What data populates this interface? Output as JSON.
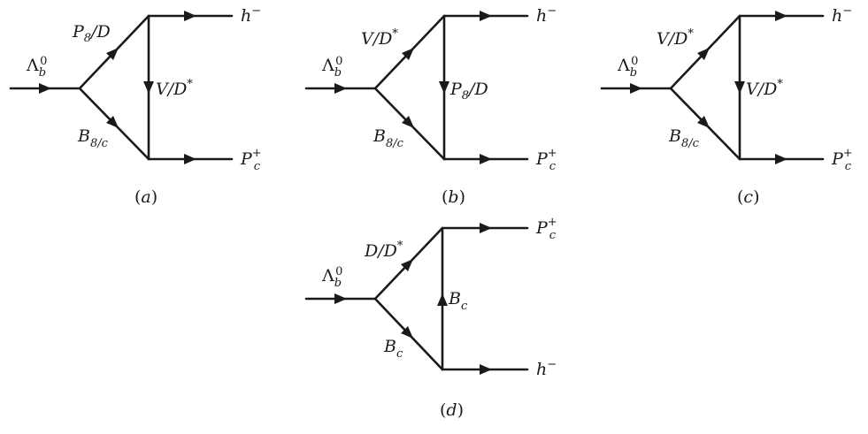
{
  "diagrams": {
    "a": {
      "caption_letter": "a",
      "initial": {
        "base": "Λ",
        "sub": "b",
        "sup": "0"
      },
      "upper_leg": {
        "a": "P",
        "a_sub": "8",
        "b": "D",
        "b_sup": ""
      },
      "lower_leg": {
        "a": "B",
        "a_sub": "8/c"
      },
      "vertical": {
        "a": "V",
        "a_sub": "",
        "b": "D",
        "b_sup": "*",
        "arrow": "down"
      },
      "top_out": {
        "base": "h",
        "sup": "−",
        "sub": ""
      },
      "bottom_out": {
        "base": "P",
        "sup": "+",
        "sub": "c"
      }
    },
    "b": {
      "caption_letter": "b",
      "initial": {
        "base": "Λ",
        "sub": "b",
        "sup": "0"
      },
      "upper_leg": {
        "a": "V",
        "a_sub": "",
        "b": "D",
        "b_sup": "*"
      },
      "lower_leg": {
        "a": "B",
        "a_sub": "8/c"
      },
      "vertical": {
        "a": "P",
        "a_sub": "8",
        "b": "D",
        "b_sup": "",
        "arrow": "down"
      },
      "top_out": {
        "base": "h",
        "sup": "−",
        "sub": ""
      },
      "bottom_out": {
        "base": "P",
        "sup": "+",
        "sub": "c"
      }
    },
    "c": {
      "caption_letter": "c",
      "initial": {
        "base": "Λ",
        "sub": "b",
        "sup": "0"
      },
      "upper_leg": {
        "a": "V",
        "a_sub": "",
        "b": "D",
        "b_sup": "*"
      },
      "lower_leg": {
        "a": "B",
        "a_sub": "8/c"
      },
      "vertical": {
        "a": "V",
        "a_sub": "",
        "b": "D",
        "b_sup": "*",
        "arrow": "down"
      },
      "top_out": {
        "base": "h",
        "sup": "−",
        "sub": ""
      },
      "bottom_out": {
        "base": "P",
        "sup": "+",
        "sub": "c"
      }
    },
    "d": {
      "caption_letter": "d",
      "initial": {
        "base": "Λ",
        "sub": "b",
        "sup": "0"
      },
      "upper_leg": {
        "a": "D",
        "a_sub": "",
        "b": "D",
        "b_sup": "*"
      },
      "lower_leg": {
        "a": "B",
        "a_sub": "c"
      },
      "vertical": {
        "a": "B",
        "a_sub": "c",
        "b": "",
        "b_sup": "",
        "arrow": "up"
      },
      "top_out": {
        "base": "P",
        "sup": "+",
        "sub": "c"
      },
      "bottom_out": {
        "base": "h",
        "sup": "−",
        "sub": ""
      }
    }
  }
}
